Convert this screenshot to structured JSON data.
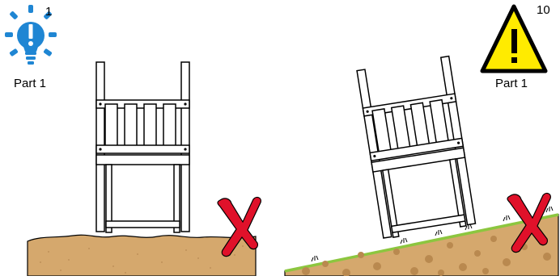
{
  "left_panel": {
    "icon": "lightbulb-icon",
    "number": "1",
    "part_label": "Part 1",
    "colors": {
      "icon": "#1f86d3",
      "ground": "#d5a86d",
      "cross": "#e0112a"
    }
  },
  "right_panel": {
    "icon": "warning-triangle-icon",
    "number": "10",
    "part_label": "Part 1",
    "colors": {
      "icon": "#ffeb00",
      "ground": "#d5a86d",
      "grass": "#8cc63f",
      "cross": "#e0112a"
    }
  }
}
